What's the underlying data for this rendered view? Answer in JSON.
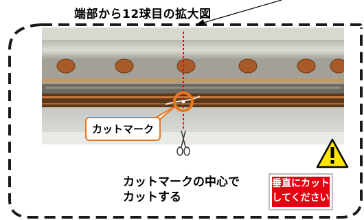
{
  "header": {
    "title": "端部から12球目の拡大図"
  },
  "callout": {
    "cut_mark_label": "カットマーク"
  },
  "instruction": {
    "line1": "カットマークの中心で",
    "line2": "カットする"
  },
  "warning": {
    "line1": "垂直にカット",
    "line2": "してください",
    "icon": "warning-triangle-icon"
  },
  "icons": {
    "scissors": "scissors-icon"
  },
  "colors": {
    "accent_orange": "#E87722",
    "cut_line_red": "#E60012",
    "warning_red": "#E60012",
    "warning_yellow": "#FFE600"
  }
}
